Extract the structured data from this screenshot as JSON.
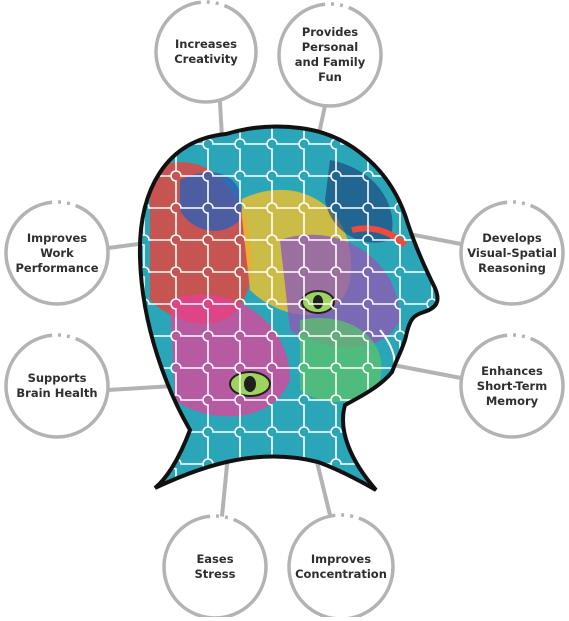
{
  "colors": {
    "bubble_stroke": "#b3b3b3",
    "connector": "#b3b3b3",
    "head_outline": "#111111",
    "head_fill": "#2aa6b8",
    "text": "#2f2f2f"
  },
  "diagram": {
    "benefits": [
      {
        "id": "increases-creativity",
        "label": "Increases\nCreativity"
      },
      {
        "id": "provides-fun",
        "label": "Provides\nPersonal\nand Family\nFun"
      },
      {
        "id": "improves-work-performance",
        "label": "Improves\nWork\nPerformance"
      },
      {
        "id": "develops-visual-spatial-reasoning",
        "label": "Develops\nVisual-Spatial\nReasoning"
      },
      {
        "id": "supports-brain-health",
        "label": "Supports\nBrain Health"
      },
      {
        "id": "enhances-short-term-memory",
        "label": "Enhances\nShort-Term\nMemory"
      },
      {
        "id": "eases-stress",
        "label": "Eases\nStress"
      },
      {
        "id": "improves-concentration",
        "label": "Improves\nConcentration"
      }
    ],
    "center_image": "puzzle-head-icon"
  }
}
